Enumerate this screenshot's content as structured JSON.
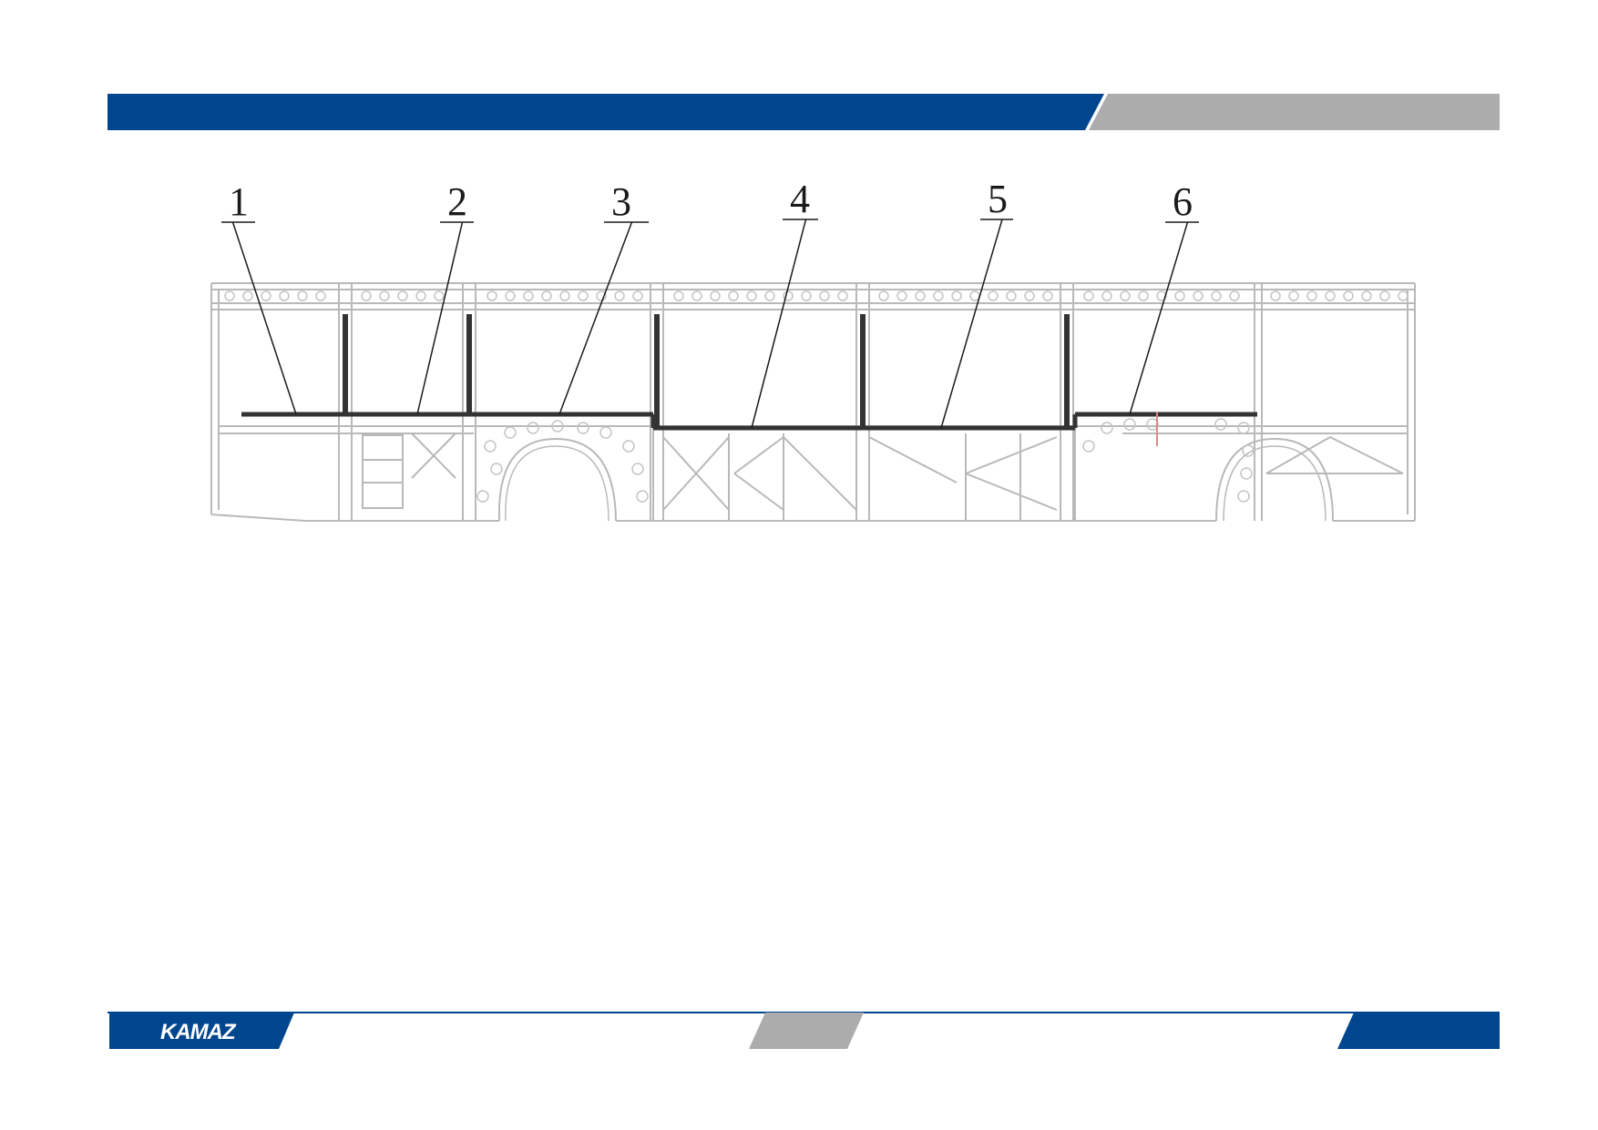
{
  "brand": {
    "logo_text": "KAMAZ",
    "primary_color": "#00468f",
    "secondary_color": "#acacac"
  },
  "diagram": {
    "callouts": [
      {
        "label": "1"
      },
      {
        "label": "2"
      },
      {
        "label": "3"
      },
      {
        "label": "4"
      },
      {
        "label": "5"
      },
      {
        "label": "6"
      }
    ]
  }
}
